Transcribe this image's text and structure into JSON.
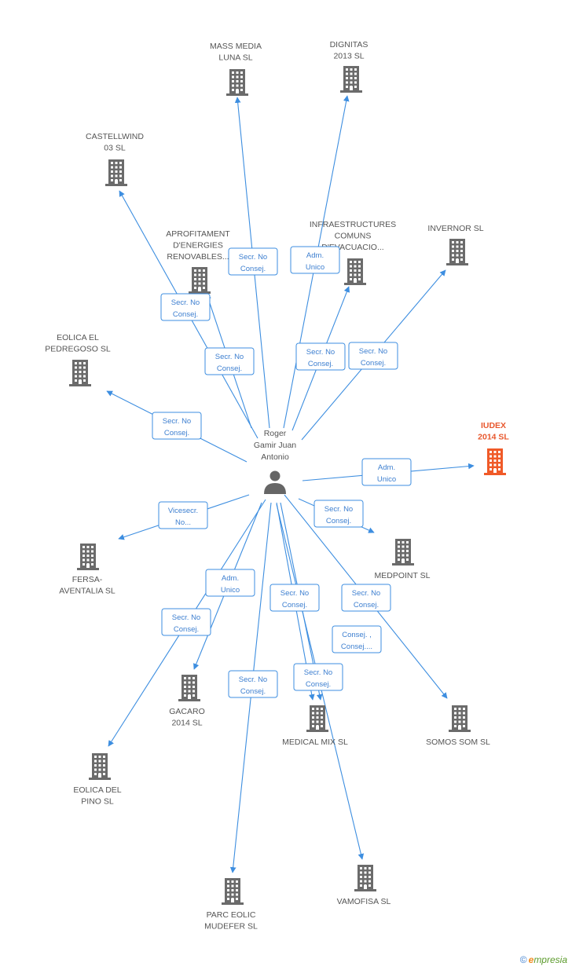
{
  "center": {
    "name_lines": [
      "Roger",
      "Gamir Juan",
      "Antonio"
    ]
  },
  "colors": {
    "edge": "#3d8ee0",
    "company_icon": "#6b6b6b",
    "highlight_icon": "#f05a28",
    "person_icon": "#666666"
  },
  "nodes": [
    {
      "id": "mass-media-luna",
      "lines": [
        "MASS MEDIA",
        "LUNA SL"
      ]
    },
    {
      "id": "dignitas-2013",
      "lines": [
        "DIGNITAS",
        "2013  SL"
      ]
    },
    {
      "id": "castellwind-03",
      "lines": [
        "CASTELLWIND",
        "03 SL"
      ]
    },
    {
      "id": "aprofitament",
      "lines": [
        "APROFITAMENT",
        "D'ENERGIES",
        "RENOVABLES..."
      ]
    },
    {
      "id": "infraestructures",
      "lines": [
        "INFRAESTRUCTURES",
        "COMUNS",
        "D'EVACUACIO..."
      ]
    },
    {
      "id": "invernor",
      "lines": [
        "INVERNOR SL"
      ]
    },
    {
      "id": "eolica-pedregoso",
      "lines": [
        "EOLICA EL",
        "PEDREGOSO SL"
      ]
    },
    {
      "id": "iudex-2014",
      "lines": [
        "IUDEX",
        "2014  SL"
      ],
      "highlight": true
    },
    {
      "id": "medpoint",
      "lines": [
        "MEDPOINT  SL"
      ]
    },
    {
      "id": "fersa-aventalia",
      "lines": [
        "FERSA-",
        "AVENTALIA SL"
      ]
    },
    {
      "id": "gacaro-2014",
      "lines": [
        "GACARO",
        "2014  SL"
      ]
    },
    {
      "id": "medical-mix",
      "lines": [
        "MEDICAL MIX SL"
      ]
    },
    {
      "id": "somos-som",
      "lines": [
        "SOMOS SOM SL"
      ]
    },
    {
      "id": "eolica-pino",
      "lines": [
        "EOLICA DEL",
        "PINO SL"
      ]
    },
    {
      "id": "vamofisa",
      "lines": [
        "VAMOFISA SL"
      ]
    },
    {
      "id": "parc-eolic-mudefer",
      "lines": [
        "PARC EOLIC",
        "MUDEFER  SL"
      ]
    }
  ],
  "edges": [
    {
      "target": "mass-media-luna",
      "label": [
        "Secr. No",
        "Consej."
      ]
    },
    {
      "target": "dignitas-2013",
      "label": [
        "Adm.",
        "Unico"
      ]
    },
    {
      "target": "castellwind-03",
      "label": [
        "Secr. No",
        "Consej."
      ]
    },
    {
      "target": "aprofitament",
      "label": [
        "Secr. No",
        "Consej."
      ]
    },
    {
      "target": "infraestructures",
      "label": [
        "Secr. No",
        "Consej."
      ]
    },
    {
      "target": "invernor",
      "label": [
        "Secr. No",
        "Consej."
      ]
    },
    {
      "target": "eolica-pedregoso",
      "label": [
        "Secr. No",
        "Consej."
      ]
    },
    {
      "target": "iudex-2014",
      "label": [
        "Adm.",
        "Unico"
      ]
    },
    {
      "target": "medpoint",
      "label": [
        "Secr. No",
        "Consej."
      ]
    },
    {
      "target": "fersa-aventalia",
      "label": [
        "Vicesecr.",
        "No..."
      ]
    },
    {
      "target": "gacaro-2014",
      "label": [
        "Adm.",
        "Unico"
      ]
    },
    {
      "target": "eolica-pino",
      "label": [
        "Secr. No",
        "Consej."
      ]
    },
    {
      "target": "parc-eolic-mudefer",
      "label": [
        "Secr. No",
        "Consej."
      ]
    },
    {
      "target": "medical-mix",
      "label": [
        "Secr. No",
        "Consej."
      ]
    },
    {
      "target": "somos-som",
      "label": [
        "Secr. No",
        "Consej."
      ]
    },
    {
      "target": "medical-mix",
      "label": [
        "Consej. ,",
        "Consej...."
      ]
    },
    {
      "target": "vamofisa",
      "label": [
        "Secr. No",
        "Consej."
      ]
    }
  ],
  "footer": {
    "copyright": "©",
    "brand_first": "e",
    "brand_rest": "mpresia"
  }
}
